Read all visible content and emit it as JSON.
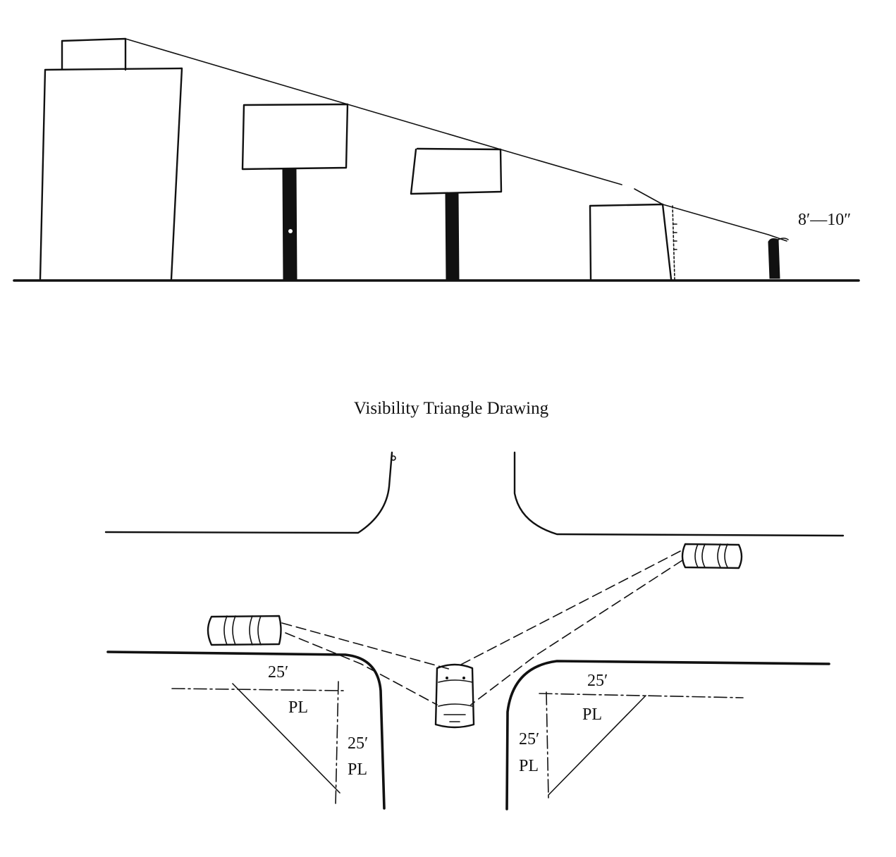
{
  "elevation": {
    "height_label": "8′—10″"
  },
  "title": "Visibility Triangle Drawing",
  "plan": {
    "left_horizontal_label": "25′",
    "left_horizontal_pl": "PL",
    "left_vertical_label": "25′",
    "left_vertical_pl": "PL",
    "right_horizontal_label": "25′",
    "right_horizontal_pl": "PL",
    "right_vertical_label": "25′",
    "right_vertical_pl": "PL"
  },
  "ink_color": "#111111"
}
